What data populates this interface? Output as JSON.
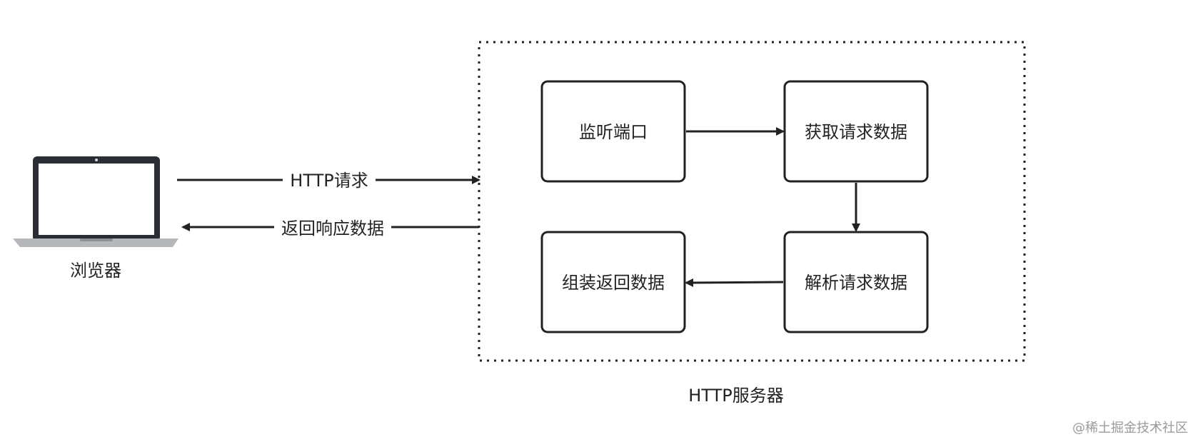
{
  "client": {
    "label": "浏览器",
    "icon": "laptop-icon"
  },
  "request_arrow": {
    "label": "HTTP请求"
  },
  "response_arrow": {
    "label": "返回响应数据"
  },
  "server": {
    "label": "HTTP服务器",
    "steps": {
      "listen": "监听端口",
      "get_data": "获取请求数据",
      "parse": "解析请求数据",
      "assemble": "组装返回数据"
    }
  },
  "watermark": "@稀土掘金技术社区",
  "colors": {
    "stroke": "#222222",
    "laptop_body": "#2b2d35",
    "laptop_base": "#b5b7ba",
    "watermark": "#9a9a9a"
  }
}
